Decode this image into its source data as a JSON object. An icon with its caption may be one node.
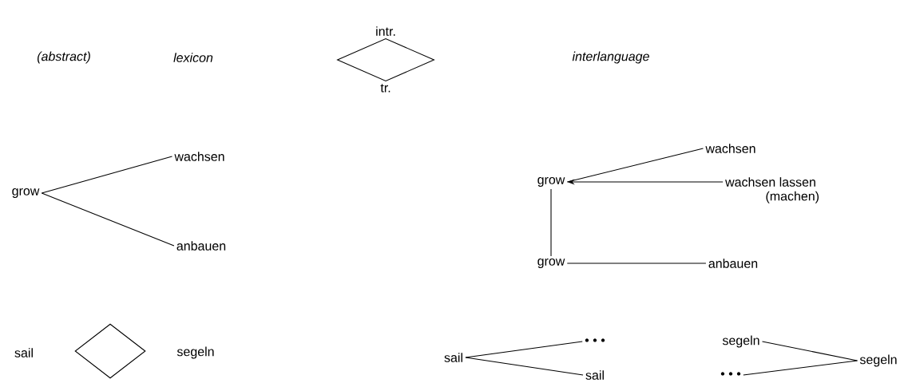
{
  "diagram": {
    "nodes": [
      {
        "text": [],
        "shape": "diamond",
        "beside": [
          "intr.",
          "tr."
        ]
      },
      {
        "text": [
          "grow"
        ]
      },
      {
        "text": [
          "wachsen"
        ]
      },
      {
        "text": [
          "anbauen"
        ]
      },
      {
        "text": [
          "grow"
        ]
      },
      {
        "text": [
          "wachsen"
        ]
      },
      {
        "text": [
          "wachsen lassen"
        ],
        "beside": [
          "(machen)"
        ]
      },
      {
        "text": [
          "grow"
        ]
      },
      {
        "text": [
          "anbauen"
        ]
      },
      {
        "text": [
          "sail"
        ]
      },
      {
        "text": [],
        "shape": "diamond"
      },
      {
        "text": [
          "segeln"
        ]
      },
      {
        "text": [
          "sail"
        ]
      },
      {
        "text": [
          "• • •"
        ]
      },
      {
        "text": [
          "sail"
        ]
      },
      {
        "text": [
          "segeln"
        ]
      },
      {
        "text": [
          "• • •"
        ]
      },
      {
        "text": [
          "segeln"
        ]
      }
    ],
    "edges": [
      {
        "from": 1,
        "to": 2,
        "arrow": "none"
      },
      {
        "from": 1,
        "to": 3,
        "arrow": "none"
      },
      {
        "from": 5,
        "to": 4,
        "arrow": "none"
      },
      {
        "from": 6,
        "to": 4,
        "arrow": "to"
      },
      {
        "from": 4,
        "to": 7,
        "arrow": "none"
      },
      {
        "from": 7,
        "to": 8,
        "arrow": "none"
      },
      {
        "from": 12,
        "to": 13,
        "arrow": "none"
      },
      {
        "from": 12,
        "to": 14,
        "arrow": "none"
      },
      {
        "from": 15,
        "to": 17,
        "arrow": "none"
      },
      {
        "from": 16,
        "to": 17,
        "arrow": "none"
      }
    ],
    "labels": [
      "(abstract)",
      "lexicon",
      "interlanguage"
    ]
  }
}
